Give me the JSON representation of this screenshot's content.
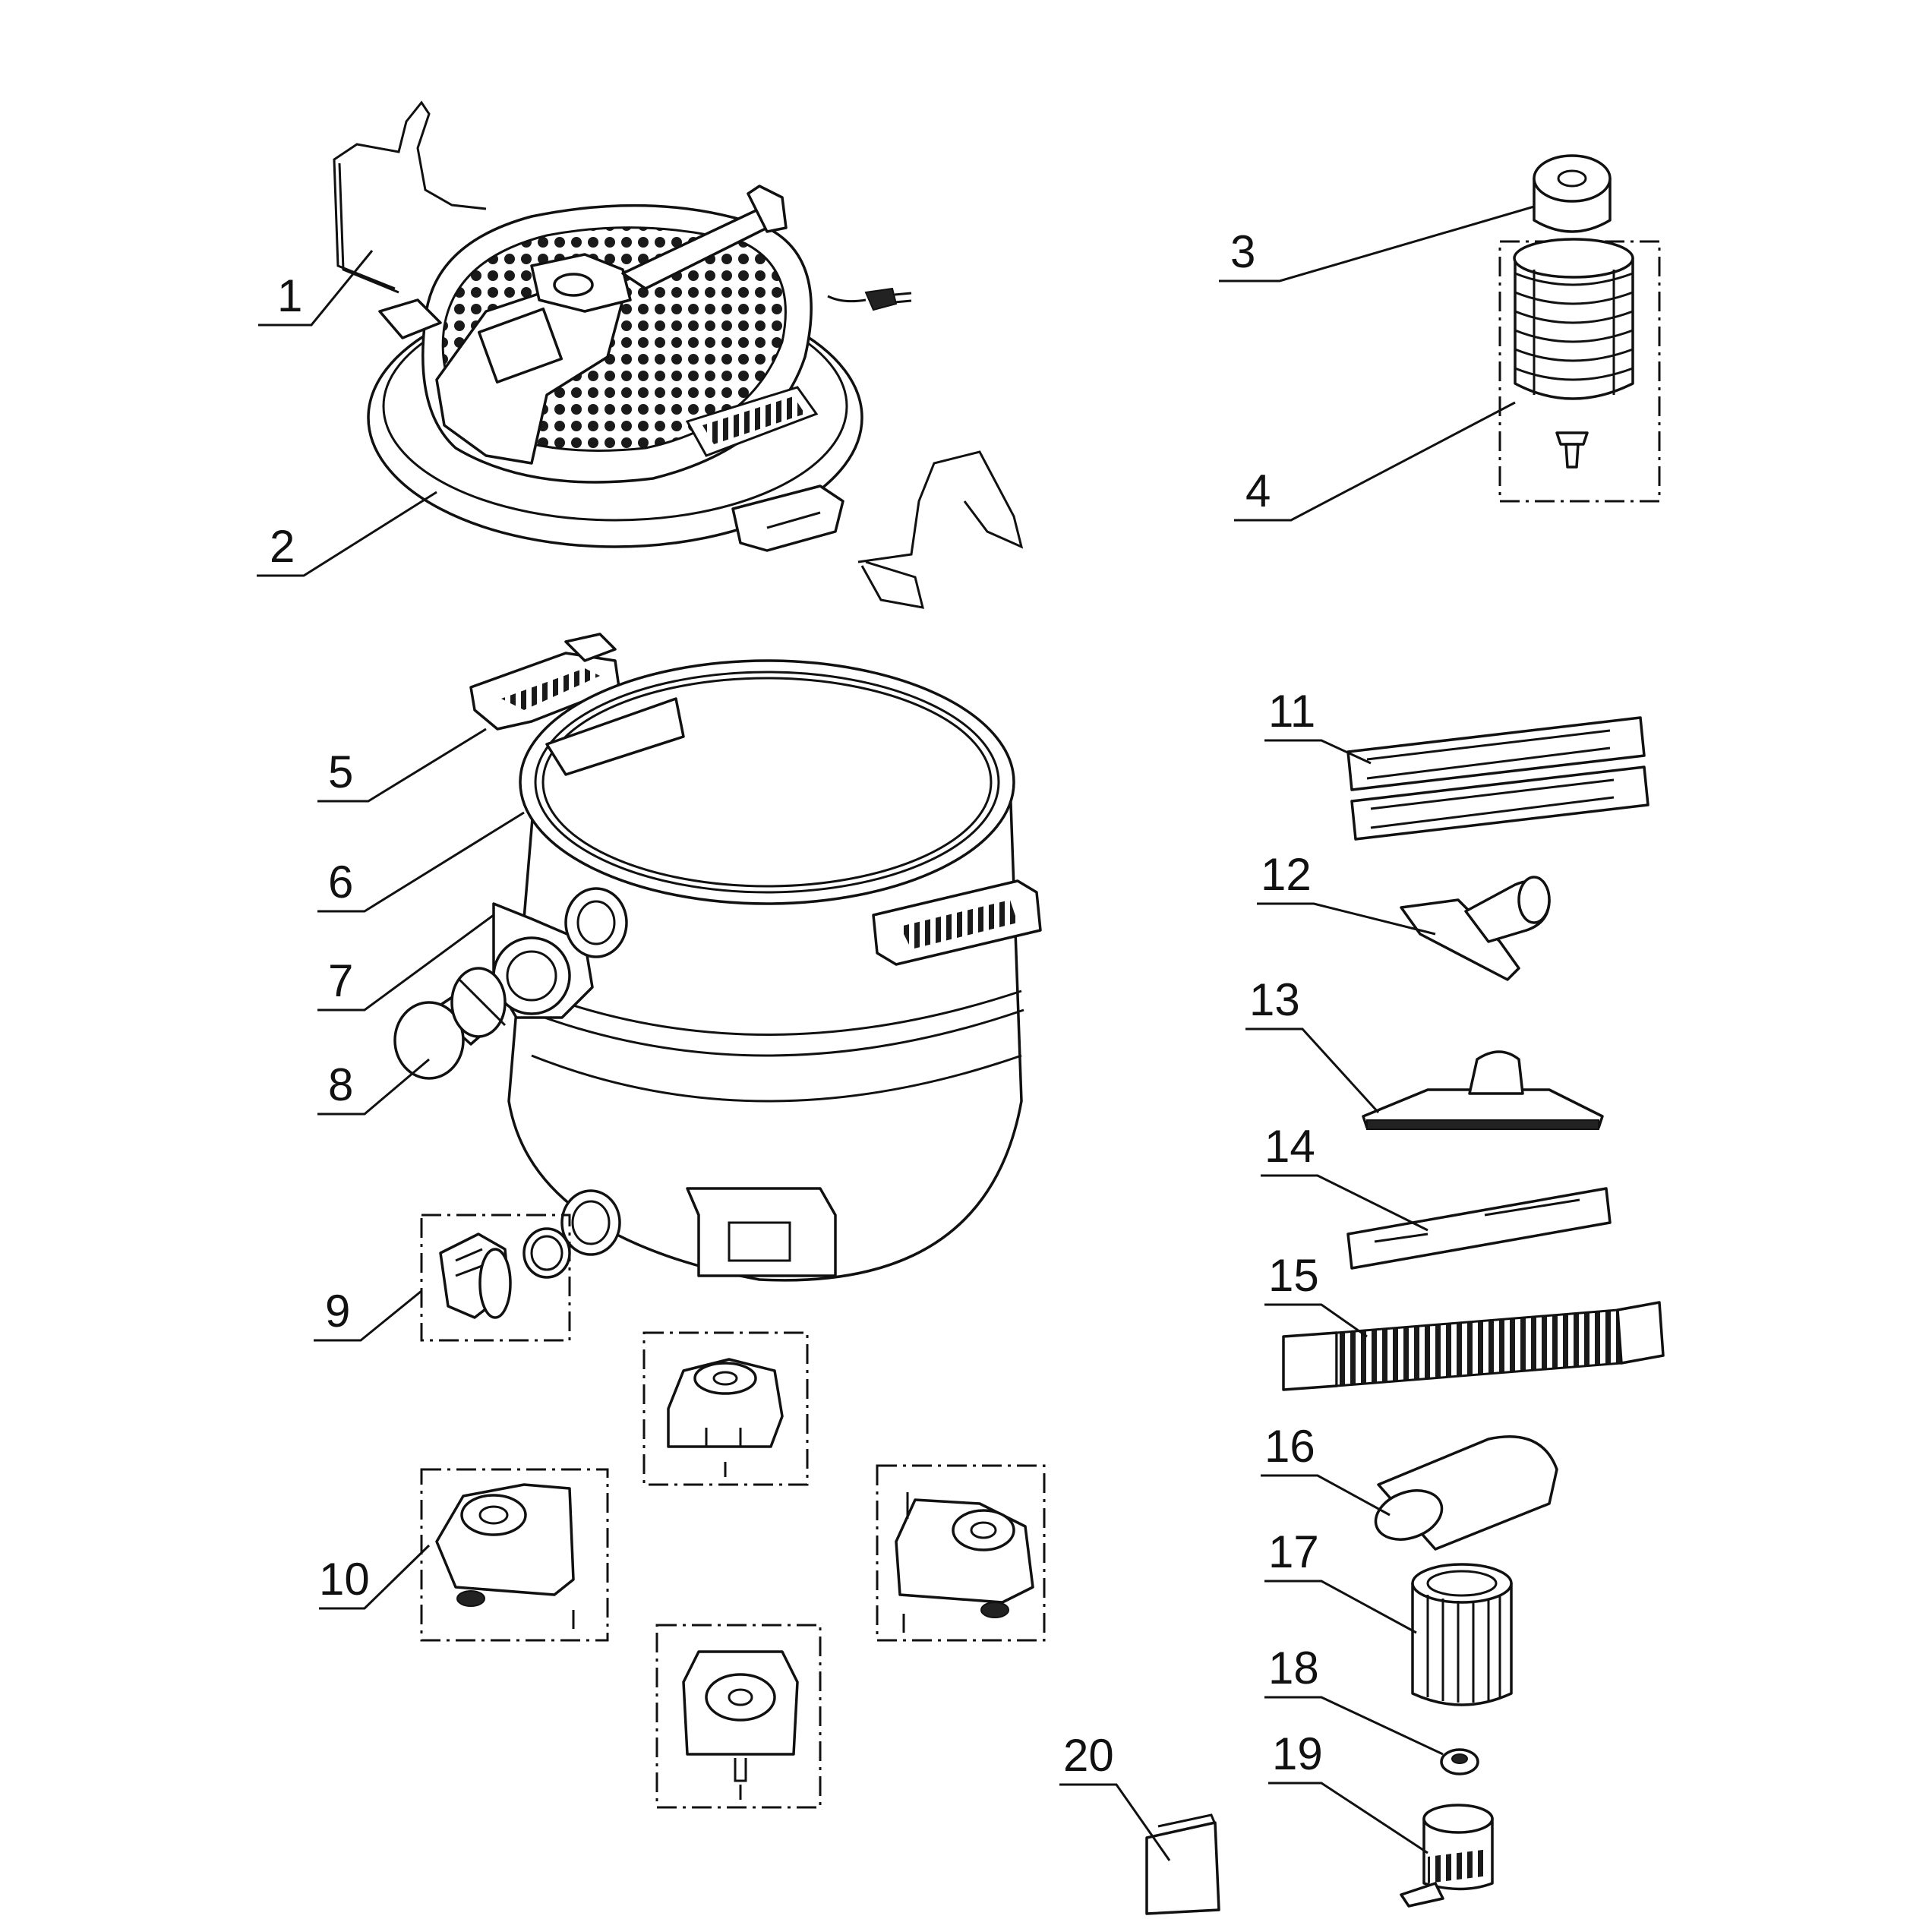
{
  "labels": [
    "1",
    "2",
    "3",
    "4",
    "5",
    "6",
    "7",
    "8",
    "9",
    "10",
    "11",
    "12",
    "13",
    "14",
    "15",
    "16",
    "17",
    "18",
    "19",
    "20"
  ]
}
